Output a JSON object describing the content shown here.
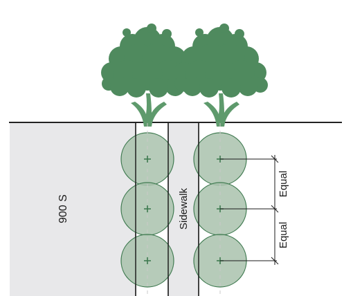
{
  "labels": {
    "street": "900 S",
    "sidewalk": "Sidewalk",
    "spacing_top": "Equal",
    "spacing_bottom": "Equal"
  },
  "colors": {
    "tree_foliage": "#4f8a5e",
    "tree_trunk": "#5e9a6c",
    "canopy_fill": "#a9c2ad",
    "canopy_stroke": "#3f7a50",
    "center_mark": "#3f7a50",
    "ground_line": "#222222",
    "street_fill": "#e8e8ea",
    "sidewalk_fill": "#e8e8ea",
    "outline": "#1a1a1a",
    "center_line": "#c9c9c9"
  },
  "icons": {
    "tree": "deciduous-tree-icon",
    "center": "plus-icon"
  }
}
